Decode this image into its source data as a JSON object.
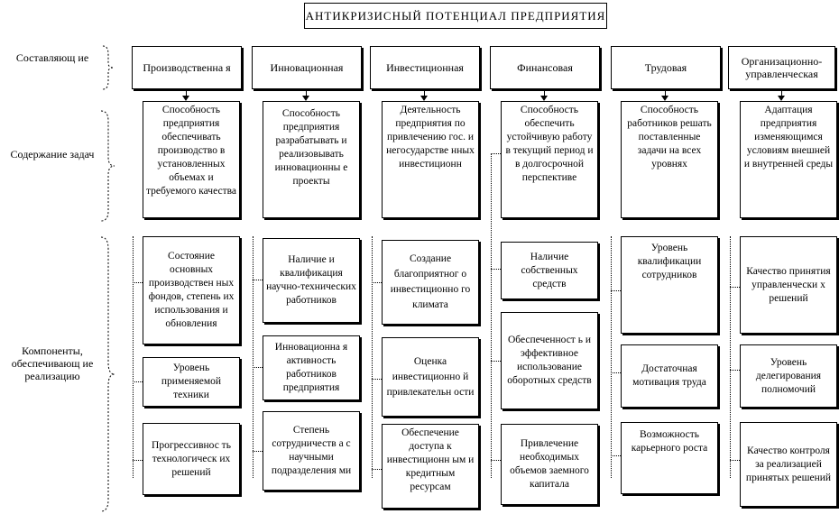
{
  "title": "АНТИКРИЗИСНЫЙ  ПОТЕНЦИАЛ  ПРЕДПРИЯТИЯ",
  "side_labels": {
    "components": "Составляющ ие",
    "tasks": "Содержание задач",
    "implementation": "Компоненты, обеспечивающ ие реализацию"
  },
  "columns": [
    {
      "header": "Производственна я",
      "task": "Способность предприятия обеспечивать производство в установленных объемах и требуемого качества",
      "components": [
        "Состояние основных производствен ных фондов, степень их использования и обновления",
        "Уровень применяемой техники",
        "Прогрессивнос ть технологическ их решений"
      ]
    },
    {
      "header": "Инновационная",
      "task": "Способность предприятия разрабатывать и реализовывать инновационны е проекты",
      "components": [
        "Наличие и квалификация научно-технических работников",
        "Инновационна я активность работников предприятия",
        "Степень сотрудничеств а с научными подразделения ми"
      ]
    },
    {
      "header": "Инвестиционная",
      "task": "Деятельность предприятия по привлечению гос. и негосударстве нных инвестиционн",
      "components": [
        "Создание благоприятног о инвестиционно го климата",
        "Оценка инвестиционно й привлекательн ости",
        "Обеспечение доступа к инвестиционн ым и кредитным ресурсам"
      ]
    },
    {
      "header": "Финансовая",
      "task": "Способность обеспечить устойчивую работу в текущий период и в долгосрочной перспективе",
      "components": [
        "Наличие собственных средств",
        "Обеспеченност ь и эффективное использование оборотных средств",
        "Привлечение необходимых объемов заемного капитала"
      ]
    },
    {
      "header": "Трудовая",
      "task": "Способность работников решать поставленные задачи на всех уровнях",
      "components": [
        "Уровень квалификации сотрудников",
        "Достаточная мотивация труда",
        "Возможность карьерного роста"
      ]
    },
    {
      "header": "Организационно-управленческая",
      "task": "Адаптация предприятия изменяющимся условиям внешней и внутренней среды",
      "components": [
        "Качество принятия управленчески х решений",
        "Уровень делегирования полномочий",
        "Качество контроля за реализацией принятых решений"
      ]
    }
  ]
}
